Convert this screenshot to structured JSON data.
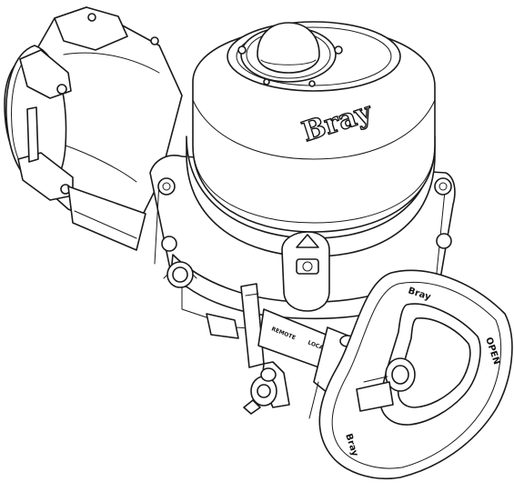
{
  "drawing": {
    "brand_logo": "Bray",
    "handwheel_label_top": "Bray",
    "handwheel_label_right": "OPEN",
    "handwheel_label_bottom": "Bray",
    "selector_label_left": "REMOTE",
    "selector_label_right": "LOCAL"
  },
  "colors": {
    "line": "#1a1a1a",
    "fill": "#ffffff"
  },
  "icons": [
    "brand-logo"
  ]
}
